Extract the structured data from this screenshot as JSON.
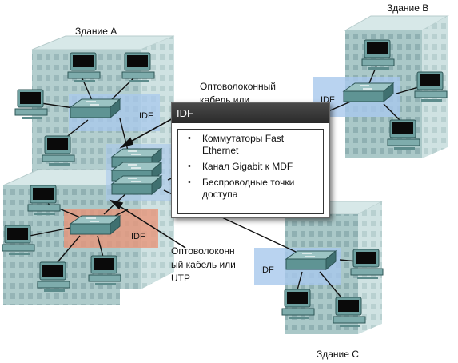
{
  "buildings": {
    "a": "Здание A",
    "b": "Здание B",
    "c": "Здание C"
  },
  "idf_label": "IDF",
  "cable_top_lines": [
    "Оптоволоконный",
    "кабель или"
  ],
  "cable_bottom_lines": [
    "Оптоволоконн",
    "ый кабель или",
    "UTP"
  ],
  "popup": {
    "title": "IDF",
    "items": [
      [
        "Коммутаторы Fast",
        "Ethernet"
      ],
      [
        "Канал Gigabit к MDF"
      ],
      [
        "Беспроводные точки",
        "доступа"
      ]
    ]
  },
  "colors": {
    "building": "#a9c6c6",
    "switch": "#5f9494",
    "idf_blue": "#a8c8ec",
    "idf_orange": "#e8967a",
    "popup_header": "#333333"
  }
}
